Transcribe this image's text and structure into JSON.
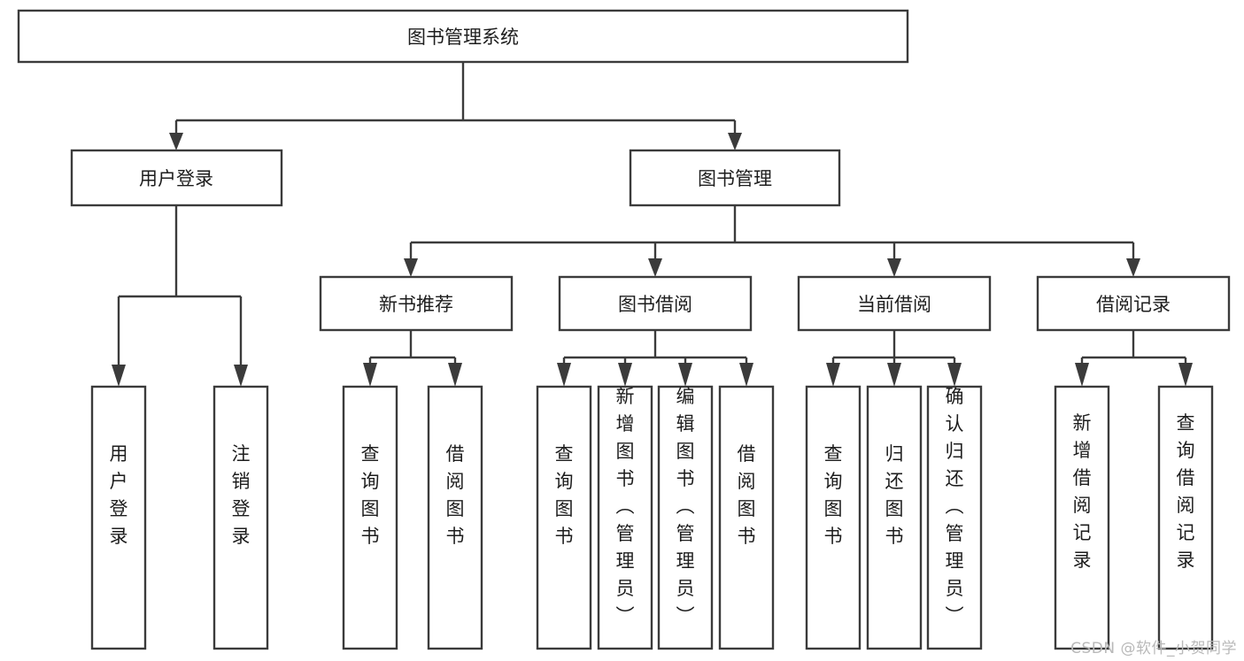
{
  "diagram": {
    "type": "hierarchy-tree",
    "title": "图书管理系统",
    "watermark": "CSDN @软件_小贺同学",
    "colors": {
      "stroke": "#3b3b3b",
      "box_fill": "#ffffff",
      "text": "#1d1d1d",
      "background": "#ffffff",
      "watermark": "#b9b9b9"
    },
    "levels": {
      "root": "图书管理系统",
      "level2": [
        "用户登录",
        "图书管理"
      ],
      "level3": [
        "新书推荐",
        "图书借阅",
        "当前借阅",
        "借阅记录"
      ]
    },
    "nodes": {
      "root": {
        "label": "图书管理系统",
        "orientation": "horizontal"
      },
      "user_login": {
        "label": "用户登录",
        "orientation": "horizontal"
      },
      "book_manage": {
        "label": "图书管理",
        "orientation": "horizontal"
      },
      "new_book_rec": {
        "label": "新书推荐",
        "orientation": "horizontal"
      },
      "book_borrow": {
        "label": "图书借阅",
        "orientation": "horizontal"
      },
      "current_borrow": {
        "label": "当前借阅",
        "orientation": "horizontal"
      },
      "borrow_record": {
        "label": "借阅记录",
        "orientation": "horizontal"
      },
      "leaf_user_login": {
        "label": "用户登录",
        "orientation": "vertical"
      },
      "leaf_logout": {
        "label": "注销登录",
        "orientation": "vertical"
      },
      "leaf_query_book_1": {
        "label": "查询图书",
        "orientation": "vertical"
      },
      "leaf_borrow_book_1": {
        "label": "借阅图书",
        "orientation": "vertical"
      },
      "leaf_query_book_2": {
        "label": "查询图书",
        "orientation": "vertical"
      },
      "leaf_add_book": {
        "label": "新增图书（管理员）",
        "orientation": "vertical"
      },
      "leaf_edit_book": {
        "label": "编辑图书（管理员）",
        "orientation": "vertical"
      },
      "leaf_borrow_book_2": {
        "label": "借阅图书",
        "orientation": "vertical"
      },
      "leaf_query_book_3": {
        "label": "查询图书",
        "orientation": "vertical"
      },
      "leaf_return_book": {
        "label": "归还图书",
        "orientation": "vertical"
      },
      "leaf_confirm_return": {
        "label": "确认归还（管理员）",
        "orientation": "vertical"
      },
      "leaf_add_record": {
        "label": "新增借阅记录",
        "orientation": "vertical"
      },
      "leaf_query_record": {
        "label": "查询借阅记录",
        "orientation": "vertical"
      }
    },
    "edges": [
      {
        "from": "图书管理系统",
        "to": "用户登录"
      },
      {
        "from": "图书管理系统",
        "to": "图书管理"
      },
      {
        "from": "用户登录",
        "to": "用户登录"
      },
      {
        "from": "用户登录",
        "to": "注销登录"
      },
      {
        "from": "图书管理",
        "to": "新书推荐"
      },
      {
        "from": "图书管理",
        "to": "图书借阅"
      },
      {
        "from": "图书管理",
        "to": "当前借阅"
      },
      {
        "from": "图书管理",
        "to": "借阅记录"
      },
      {
        "from": "新书推荐",
        "to": "查询图书"
      },
      {
        "from": "新书推荐",
        "to": "借阅图书"
      },
      {
        "from": "图书借阅",
        "to": "查询图书"
      },
      {
        "from": "图书借阅",
        "to": "新增图书（管理员）"
      },
      {
        "from": "图书借阅",
        "to": "编辑图书（管理员）"
      },
      {
        "from": "图书借阅",
        "to": "借阅图书"
      },
      {
        "from": "当前借阅",
        "to": "查询图书"
      },
      {
        "from": "当前借阅",
        "to": "归还图书"
      },
      {
        "from": "当前借阅",
        "to": "确认归还（管理员）"
      },
      {
        "from": "借阅记录",
        "to": "新增借阅记录"
      },
      {
        "from": "借阅记录",
        "to": "查询借阅记录"
      }
    ]
  }
}
